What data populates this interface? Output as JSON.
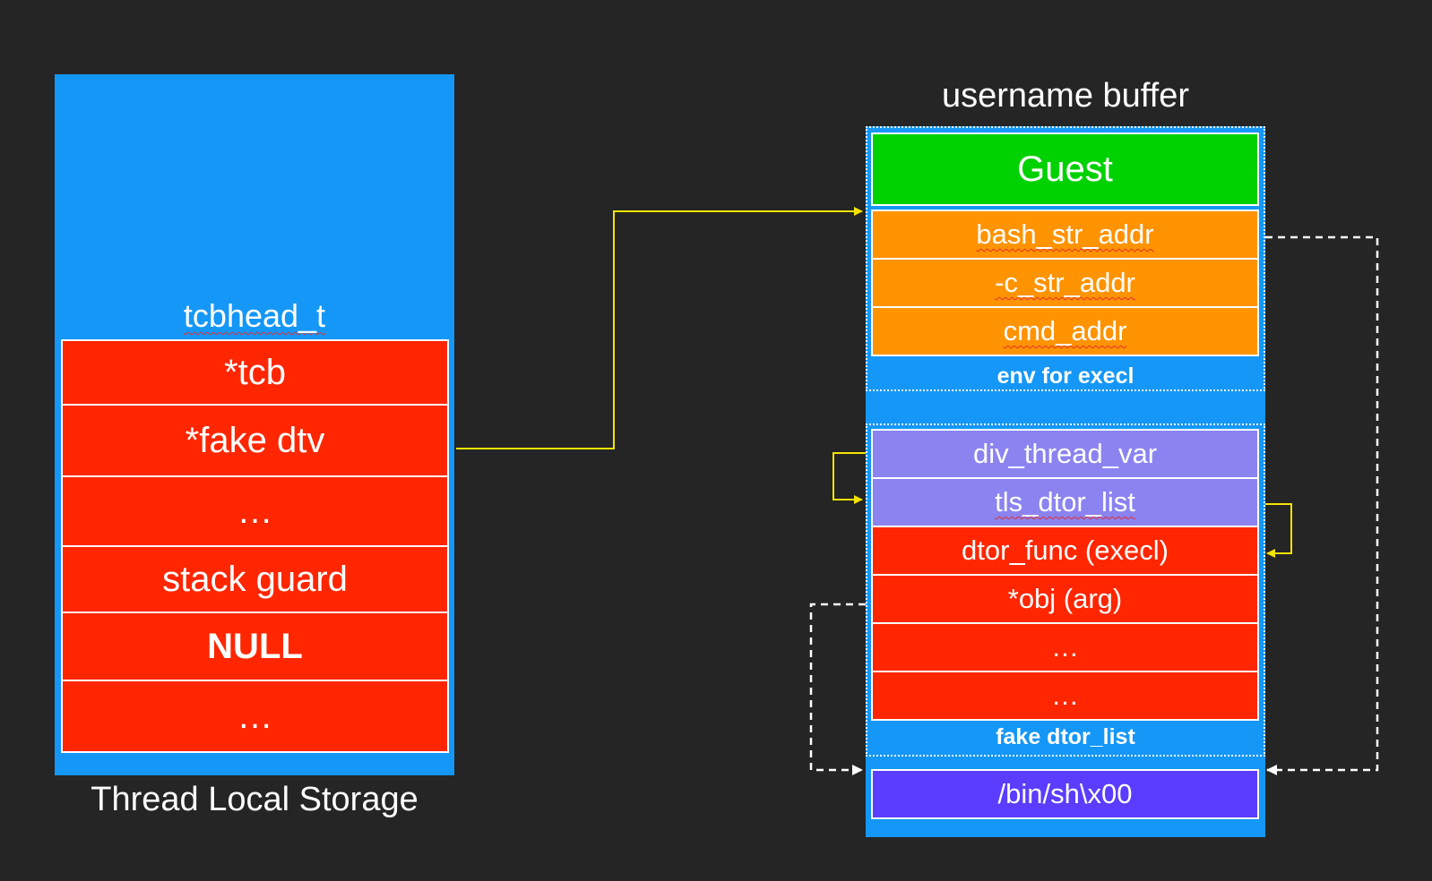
{
  "tls": {
    "caption": "Thread Local Storage",
    "struct_label": "tcbhead_t",
    "fields": [
      "*tcb",
      "*fake dtv",
      "…",
      "stack guard",
      "NULL",
      "…"
    ]
  },
  "buffer": {
    "title": "username buffer",
    "username": "Guest",
    "env_fields": [
      "bash_str_addr",
      "-c_str_addr",
      "cmd_addr"
    ],
    "env_label": "env for execl",
    "dtor_fields": [
      "div_thread_var",
      "tls_dtor_list",
      "dtor_func (execl)",
      "*obj (arg)",
      "…",
      "…"
    ],
    "dtor_label": "fake dtor_list",
    "binsh": "/bin/sh\\x00"
  },
  "colors": {
    "background": "#252525",
    "container_blue": "#1597f7",
    "field_red": "#ff2600",
    "field_orange": "#ff9300",
    "field_green": "#00d100",
    "field_lavender": "#8b83f0",
    "field_violet": "#5a3dff",
    "arrow_yellow": "#f4e400",
    "arrow_white": "#ffffff"
  }
}
